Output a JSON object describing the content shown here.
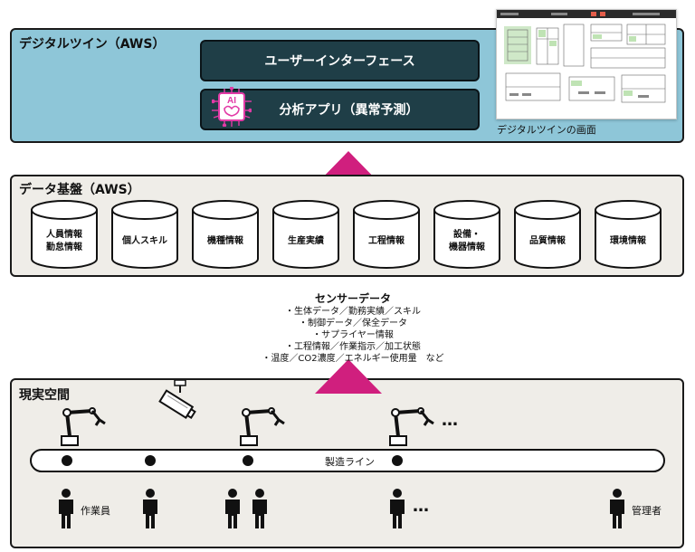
{
  "digital_twin": {
    "label": "デジタルツイン（AWS）",
    "ui_button": "ユーザーインターフェース",
    "app_button": "分析アプリ（異常予測）",
    "ai_badge": "AI",
    "screen_caption": "デジタルツインの画面"
  },
  "data_platform": {
    "label": "データ基盤（AWS）",
    "stores": [
      "人員情報\n勤怠情報",
      "個人スキル",
      "機種情報",
      "生産実績",
      "工程情報",
      "設備・\n機器情報",
      "品質情報",
      "環境情報"
    ]
  },
  "sensor_data": {
    "title": "センサーデータ",
    "items": [
      "・生体データ／勤務実績／スキル",
      "・制御データ／保全データ",
      "・サプライヤー情報",
      "・工程情報／作業指示／加工状態",
      "・温度／CO2濃度／エネルギー使用量　など"
    ]
  },
  "real_space": {
    "label": "現実空間",
    "line_label": "製造ライン",
    "ellipsis": "…",
    "worker_label": "作業員",
    "manager_label": "管理者"
  },
  "colors": {
    "twin_bg": "#8ec6d8",
    "button_dark": "#1f3e47",
    "arrow": "#d01f7e",
    "panel_bg": "#efede8"
  },
  "icons": [
    "ai-brain-icon",
    "database-icon",
    "robot-arm-icon",
    "camera-icon",
    "worker-icon"
  ]
}
